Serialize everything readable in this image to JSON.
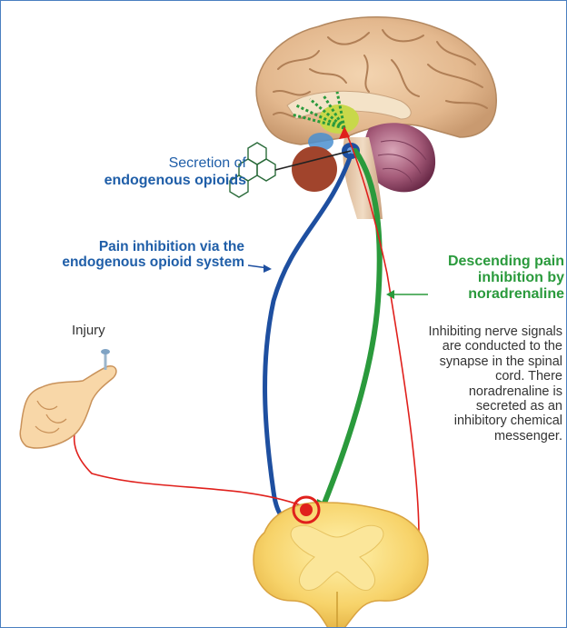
{
  "labels": {
    "secretion_line1": "Secretion of",
    "secretion_line2": "endogenous opioids",
    "pain_inhibition": "Pain inhibition via the endogenous opioid system",
    "descending": "Descending pain inhibition by noradrenaline",
    "inhibiting_text": "Inhibiting nerve signals are conducted to the synapse in the spinal cord. There noradrenaline is secreted as an inhibitory chemical messenger.",
    "injury": "Injury"
  },
  "colors": {
    "opioid_pathway": "#1e4fa0",
    "noradrenaline_pathway": "#2a9a3c",
    "pain_signal": "#e0201c",
    "frame": "#4a7fc0"
  },
  "icons": {
    "brain": "brain-illustration",
    "spinal_cord": "spinal-cord-cross-section",
    "hand": "hand-with-needle",
    "molecule": "opioid-molecule"
  }
}
